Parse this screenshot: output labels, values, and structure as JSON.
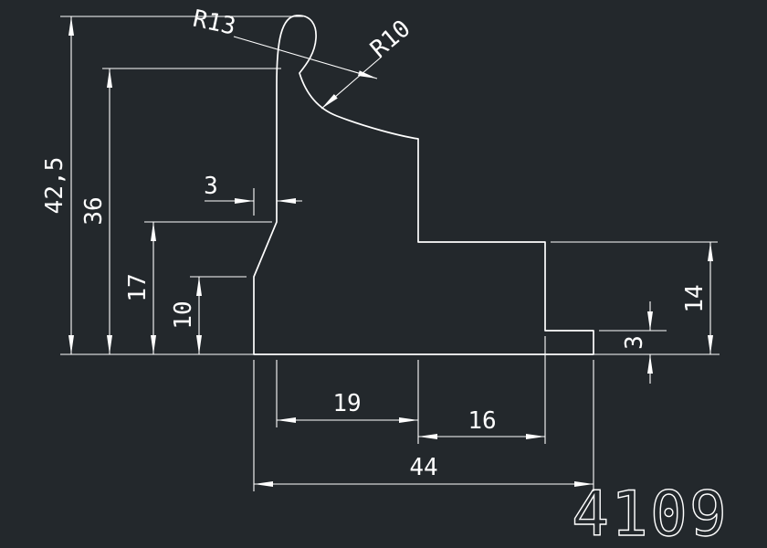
{
  "canvas": {
    "background": "#23282c",
    "line_color": "#ffffff"
  },
  "drawing": {
    "part_number": "4109",
    "radii": {
      "curl": "R13",
      "scoop": "R10"
    },
    "dimensions": {
      "overall_height": "42,5",
      "upper_height": "36",
      "slant_top_height": "17",
      "slant_bottom_height": "10",
      "wall_offset": "3",
      "left_step_width": "19",
      "mid_step_width": "16",
      "overall_width": "44",
      "right_step_height": "14",
      "lip_height": "3"
    }
  }
}
